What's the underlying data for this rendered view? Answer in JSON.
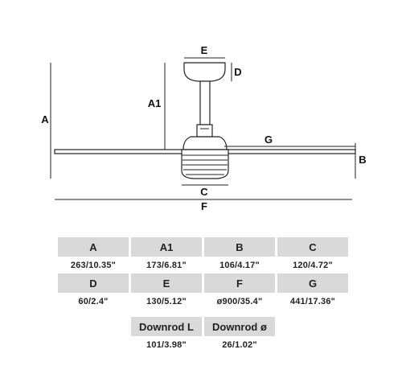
{
  "diagram": {
    "labels": {
      "A": "A",
      "A1": "A1",
      "B": "B",
      "C": "C",
      "D": "D",
      "E": "E",
      "F": "F",
      "G": "G"
    }
  },
  "table": {
    "row1": [
      {
        "header": "A",
        "value": "263/10.35\""
      },
      {
        "header": "A1",
        "value": "173/6.81\""
      },
      {
        "header": "B",
        "value": "106/4.17\""
      },
      {
        "header": "C",
        "value": "120/4.72\""
      }
    ],
    "row2": [
      {
        "header": "D",
        "value": "60/2.4\""
      },
      {
        "header": "E",
        "value": "130/5.12\""
      },
      {
        "header": "F",
        "value": "ø900/35.4\""
      },
      {
        "header": "G",
        "value": "441/17.36\""
      }
    ],
    "row3": [
      {
        "header": "Downrod L",
        "value": "101/3.98\""
      },
      {
        "header": "Downrod ø",
        "value": "26/1.02\""
      }
    ]
  }
}
